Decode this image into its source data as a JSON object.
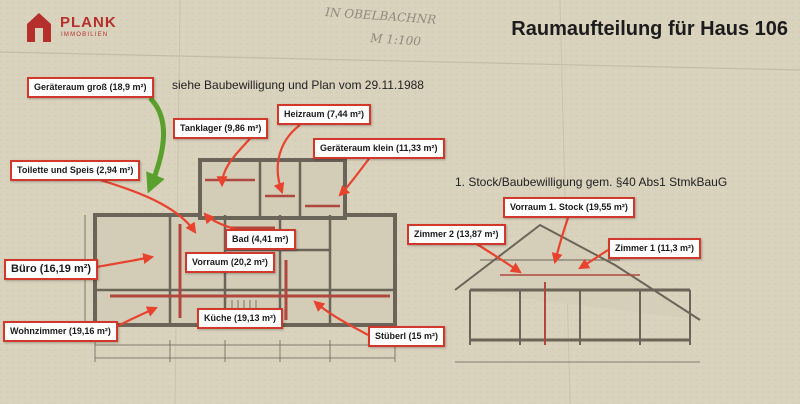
{
  "brand": {
    "name": "PLANK",
    "tagline": "IMMOBILIEN",
    "color": "#b5302c"
  },
  "title": "Raumaufteilung für Haus 106",
  "notes": {
    "building_permit": "siehe Baubewilligung und Plan vom 29.11.1988",
    "first_floor": "1. Stock/Baubewilligung gem. §40 Abs1 StmkBauG"
  },
  "handwriting": {
    "top1": "IN OBELBACHNR",
    "top2": "M 1:100"
  },
  "rooms": {
    "geraeteraum_gross": "Geräteraum groß (18,9 m²)",
    "tanklager": "Tanklager (9,86 m²)",
    "heizraum": "Heizraum (7,44 m²)",
    "geraeteraum_klein": "Geräteraum klein (11,33 m²)",
    "toilette_speis": "Toilette und Speis (2,94 m²)",
    "bad": "Bad (4,41 m²)",
    "buero": "Büro (16,19 m²)",
    "vorraum": "Vorraum (20,2 m²)",
    "kueche": "Küche (19,13 m²)",
    "wohnzimmer": "Wohnzimmer (19,16 m²)",
    "stueberl": "Stüberl (15 m²)",
    "vorraum_1_stock": "Vorraum 1. Stock (19,55 m²)",
    "zimmer_2": "Zimmer 2 (13,87 m²)",
    "zimmer_1": "Zimmer 1 (11,3 m²)"
  },
  "colors": {
    "label_border": "#d2372c",
    "arrow_red": "#e8432f",
    "arrow_green": "#5aa02c",
    "paper": "#d9d2bd"
  }
}
